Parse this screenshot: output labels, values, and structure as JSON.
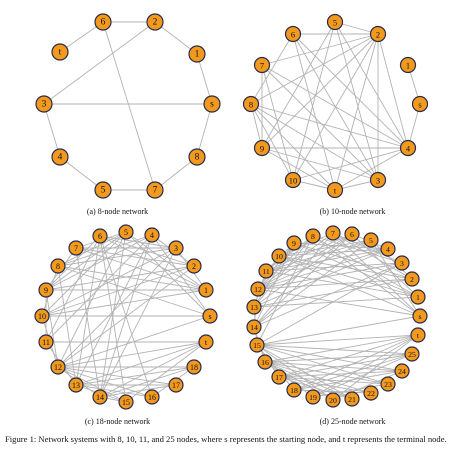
{
  "panels": [
    {
      "id": "a",
      "caption": "(a) 8-node network",
      "nodes": [
        "6",
        "2",
        "1",
        "s",
        "8",
        "7",
        "5",
        "4",
        "3",
        "t"
      ],
      "edges": [
        [
          "t",
          "6"
        ],
        [
          "6",
          "2"
        ],
        [
          "2",
          "1"
        ],
        [
          "1",
          "s"
        ],
        [
          "s",
          "8"
        ],
        [
          "8",
          "7"
        ],
        [
          "7",
          "5"
        ],
        [
          "5",
          "4"
        ],
        [
          "4",
          "3"
        ],
        [
          "3",
          "2"
        ],
        [
          "6",
          "7"
        ],
        [
          "3",
          "s"
        ]
      ]
    },
    {
      "id": "b",
      "caption": "(b) 10-node network",
      "nodes": [
        "6",
        "5",
        "2",
        "1",
        "s",
        "4",
        "3",
        "t",
        "10",
        "9",
        "8",
        "7"
      ],
      "edges": [
        [
          "6",
          "2"
        ],
        [
          "6",
          "8"
        ],
        [
          "6",
          "4"
        ],
        [
          "6",
          "t"
        ],
        [
          "6",
          "3"
        ],
        [
          "5",
          "2"
        ],
        [
          "5",
          "9"
        ],
        [
          "5",
          "4"
        ],
        [
          "5",
          "3"
        ],
        [
          "2",
          "7"
        ],
        [
          "2",
          "8"
        ],
        [
          "2",
          "9"
        ],
        [
          "2",
          "10"
        ],
        [
          "2",
          "t"
        ],
        [
          "2",
          "3"
        ],
        [
          "2",
          "4"
        ],
        [
          "1",
          "s"
        ],
        [
          "s",
          "4"
        ],
        [
          "4",
          "7"
        ],
        [
          "4",
          "8"
        ],
        [
          "4",
          "9"
        ],
        [
          "4",
          "10"
        ],
        [
          "4",
          "t"
        ],
        [
          "3",
          "7"
        ],
        [
          "3",
          "8"
        ],
        [
          "3",
          "9"
        ],
        [
          "3",
          "t"
        ],
        [
          "10",
          "t"
        ],
        [
          "9",
          "t"
        ],
        [
          "8",
          "t"
        ],
        [
          "7",
          "9"
        ],
        [
          "8",
          "9"
        ],
        [
          "10",
          "7"
        ],
        [
          "10",
          "8"
        ],
        [
          "10",
          "5"
        ]
      ]
    },
    {
      "id": "c",
      "caption": "(c) 18-node network",
      "nodes": [
        "6",
        "5",
        "4",
        "3",
        "2",
        "1",
        "s",
        "t",
        "18",
        "17",
        "16",
        "15",
        "14",
        "13",
        "12",
        "11",
        "10",
        "9",
        "8",
        "7"
      ],
      "edges": [
        [
          "6",
          "16"
        ],
        [
          "6",
          "15"
        ],
        [
          "6",
          "13"
        ],
        [
          "6",
          "9"
        ],
        [
          "6",
          "11"
        ],
        [
          "6",
          "1"
        ],
        [
          "6",
          "3"
        ],
        [
          "5",
          "14"
        ],
        [
          "5",
          "12"
        ],
        [
          "5",
          "10"
        ],
        [
          "5",
          "8"
        ],
        [
          "5",
          "1"
        ],
        [
          "5",
          "s"
        ],
        [
          "5",
          "9"
        ],
        [
          "5",
          "7"
        ],
        [
          "4",
          "13"
        ],
        [
          "4",
          "14"
        ],
        [
          "4",
          "11"
        ],
        [
          "4",
          "9"
        ],
        [
          "4",
          "8"
        ],
        [
          "4",
          "2"
        ],
        [
          "4",
          "s"
        ],
        [
          "3",
          "14"
        ],
        [
          "3",
          "12"
        ],
        [
          "3",
          "10"
        ],
        [
          "3",
          "7"
        ],
        [
          "3",
          "8"
        ],
        [
          "3",
          "1"
        ],
        [
          "2",
          "10"
        ],
        [
          "2",
          "9"
        ],
        [
          "2",
          "7"
        ],
        [
          "2",
          "12"
        ],
        [
          "2",
          "6"
        ],
        [
          "1",
          "9"
        ],
        [
          "1",
          "7"
        ],
        [
          "1",
          "8"
        ],
        [
          "1",
          "10"
        ],
        [
          "s",
          "8"
        ],
        [
          "s",
          "10"
        ],
        [
          "s",
          "12"
        ],
        [
          "t",
          "12"
        ],
        [
          "t",
          "13"
        ],
        [
          "t",
          "14"
        ],
        [
          "t",
          "11"
        ],
        [
          "t",
          "15"
        ],
        [
          "18",
          "12"
        ],
        [
          "18",
          "13"
        ],
        [
          "18",
          "14"
        ],
        [
          "18",
          "16"
        ],
        [
          "17",
          "14"
        ],
        [
          "17",
          "13"
        ],
        [
          "17",
          "12"
        ],
        [
          "16",
          "12"
        ],
        [
          "16",
          "13"
        ],
        [
          "15",
          "12"
        ],
        [
          "15",
          "13"
        ],
        [
          "15",
          "14"
        ],
        [
          "14",
          "12"
        ],
        [
          "13",
          "11"
        ],
        [
          "12",
          "10"
        ],
        [
          "11",
          "9"
        ],
        [
          "10",
          "8"
        ],
        [
          "9",
          "7"
        ],
        [
          "14",
          "7"
        ],
        [
          "13",
          "8"
        ],
        [
          "12",
          "9"
        ]
      ]
    },
    {
      "id": "d",
      "caption": "(d) 25-node network",
      "nodes": [
        "9",
        "8",
        "7",
        "6",
        "5",
        "4",
        "3",
        "2",
        "1",
        "s",
        "t",
        "25",
        "24",
        "23",
        "22",
        "21",
        "20",
        "19",
        "18",
        "17",
        "16",
        "15",
        "14",
        "13",
        "12",
        "11",
        "10"
      ],
      "edges": [
        [
          "9",
          "2"
        ],
        [
          "9",
          "4"
        ],
        [
          "9",
          "1"
        ],
        [
          "9",
          "12"
        ],
        [
          "9",
          "14"
        ],
        [
          "9",
          "13"
        ],
        [
          "9",
          "11"
        ],
        [
          "8",
          "3"
        ],
        [
          "8",
          "1"
        ],
        [
          "8",
          "s"
        ],
        [
          "8",
          "13"
        ],
        [
          "8",
          "12"
        ],
        [
          "8",
          "15"
        ],
        [
          "8",
          "11"
        ],
        [
          "7",
          "2"
        ],
        [
          "7",
          "3"
        ],
        [
          "7",
          "s"
        ],
        [
          "7",
          "14"
        ],
        [
          "7",
          "12"
        ],
        [
          "7",
          "10"
        ],
        [
          "6",
          "1"
        ],
        [
          "6",
          "4"
        ],
        [
          "6",
          "13"
        ],
        [
          "6",
          "11"
        ],
        [
          "6",
          "12"
        ],
        [
          "6",
          "14"
        ],
        [
          "5",
          "2"
        ],
        [
          "5",
          "s"
        ],
        [
          "5",
          "14"
        ],
        [
          "5",
          "12"
        ],
        [
          "5",
          "11"
        ],
        [
          "5",
          "10"
        ],
        [
          "4",
          "13"
        ],
        [
          "4",
          "12"
        ],
        [
          "4",
          "11"
        ],
        [
          "4",
          "10"
        ],
        [
          "3",
          "12"
        ],
        [
          "3",
          "14"
        ],
        [
          "3",
          "11"
        ],
        [
          "3",
          "15"
        ],
        [
          "2",
          "13"
        ],
        [
          "2",
          "10"
        ],
        [
          "2",
          "12"
        ],
        [
          "1",
          "11"
        ],
        [
          "1",
          "10"
        ],
        [
          "1",
          "13"
        ],
        [
          "s",
          "12"
        ],
        [
          "s",
          "10"
        ],
        [
          "s",
          "15"
        ],
        [
          "t",
          "16"
        ],
        [
          "t",
          "15"
        ],
        [
          "t",
          "17"
        ],
        [
          "t",
          "18"
        ],
        [
          "t",
          "19"
        ],
        [
          "t",
          "20"
        ],
        [
          "25",
          "16"
        ],
        [
          "25",
          "17"
        ],
        [
          "25",
          "18"
        ],
        [
          "25",
          "19"
        ],
        [
          "25",
          "15"
        ],
        [
          "24",
          "15"
        ],
        [
          "24",
          "16"
        ],
        [
          "24",
          "17"
        ],
        [
          "24",
          "18"
        ],
        [
          "24",
          "20"
        ],
        [
          "23",
          "15"
        ],
        [
          "23",
          "16"
        ],
        [
          "23",
          "17"
        ],
        [
          "23",
          "19"
        ],
        [
          "22",
          "16"
        ],
        [
          "22",
          "17"
        ],
        [
          "22",
          "18"
        ],
        [
          "21",
          "16"
        ],
        [
          "21",
          "17"
        ],
        [
          "21",
          "15"
        ],
        [
          "20",
          "16"
        ],
        [
          "20",
          "15"
        ],
        [
          "19",
          "16"
        ],
        [
          "18",
          "15"
        ],
        [
          "17",
          "15"
        ],
        [
          "14",
          "12"
        ],
        [
          "13",
          "11"
        ],
        [
          "12",
          "10"
        ],
        [
          "16",
          "14"
        ],
        [
          "15",
          "13"
        ]
      ]
    }
  ],
  "figure_caption": "Figure 1: Network systems with 8, 10, 11, and 25 nodes, where s represents the starting node, and t represents the terminal node."
}
